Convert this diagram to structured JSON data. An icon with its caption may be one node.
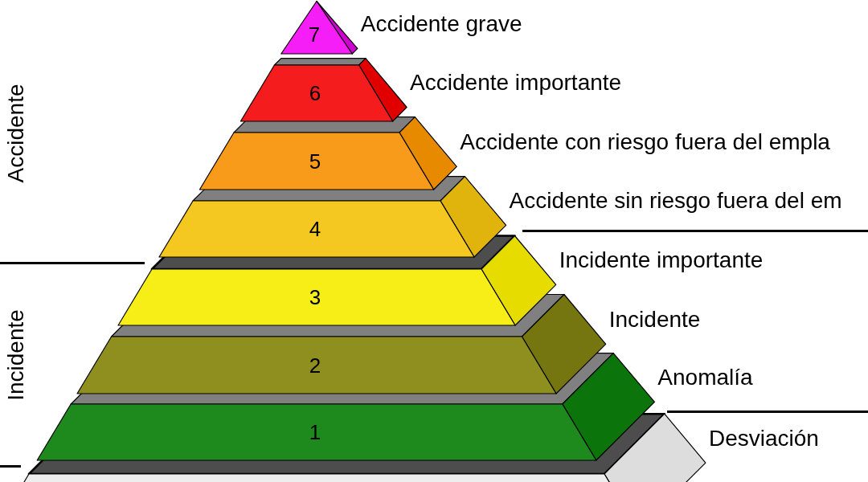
{
  "diagram": {
    "nodes": [
      {
        "text": [
          "7"
        ],
        "beside": [
          "Accidente grave"
        ]
      },
      {
        "text": [
          "6"
        ],
        "beside": [
          "Accidente importante"
        ]
      },
      {
        "text": [
          "5"
        ],
        "beside": [
          "Accidente con riesgo fuera del empla"
        ]
      },
      {
        "text": [
          "4"
        ],
        "beside": [
          "Accidente sin riesgo fuera del em"
        ]
      },
      {
        "text": [
          "3"
        ],
        "beside": [
          "Incidente importante"
        ]
      },
      {
        "text": [
          "2"
        ],
        "beside": [
          "Incidente"
        ]
      },
      {
        "text": [
          "1"
        ],
        "beside": [
          "Anomalía"
        ]
      },
      {
        "text": [],
        "shape": "box",
        "beside": [
          "Desviación"
        ]
      }
    ],
    "labels": [
      "Accidente",
      "Incidente"
    ]
  }
}
